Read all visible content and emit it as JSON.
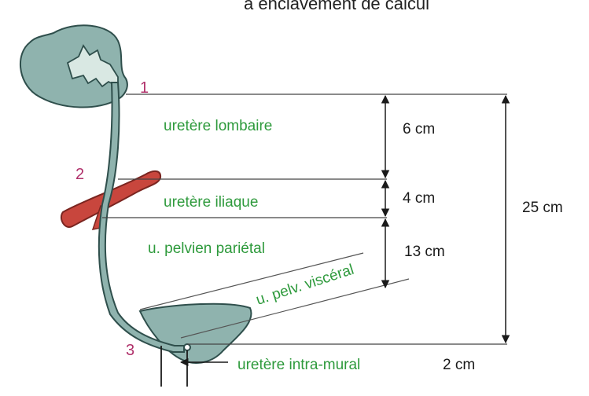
{
  "header_text": "a enclavement de calcul",
  "markers": {
    "m1": "1",
    "m2": "2",
    "m3": "3"
  },
  "segments": {
    "lombaire": "uretère lombaire",
    "iliaque": "uretère iliaque",
    "pelvien_parietal": "u. pelvien pariétal",
    "pelvien_visceral": "u. pelv. viscéral",
    "intra_mural": "uretère intra-mural"
  },
  "measures": {
    "lombaire": "6 cm",
    "iliaque": "4 cm",
    "pelvien": "13 cm",
    "total": "25 cm",
    "intra_mural": "2 cm"
  },
  "colors": {
    "organ_fill": "#8fb3ae",
    "organ_stroke": "#2f4f4c",
    "artery_fill": "#c8463d",
    "label_green": "#2e9a3c",
    "marker_magenta": "#b0306a"
  }
}
